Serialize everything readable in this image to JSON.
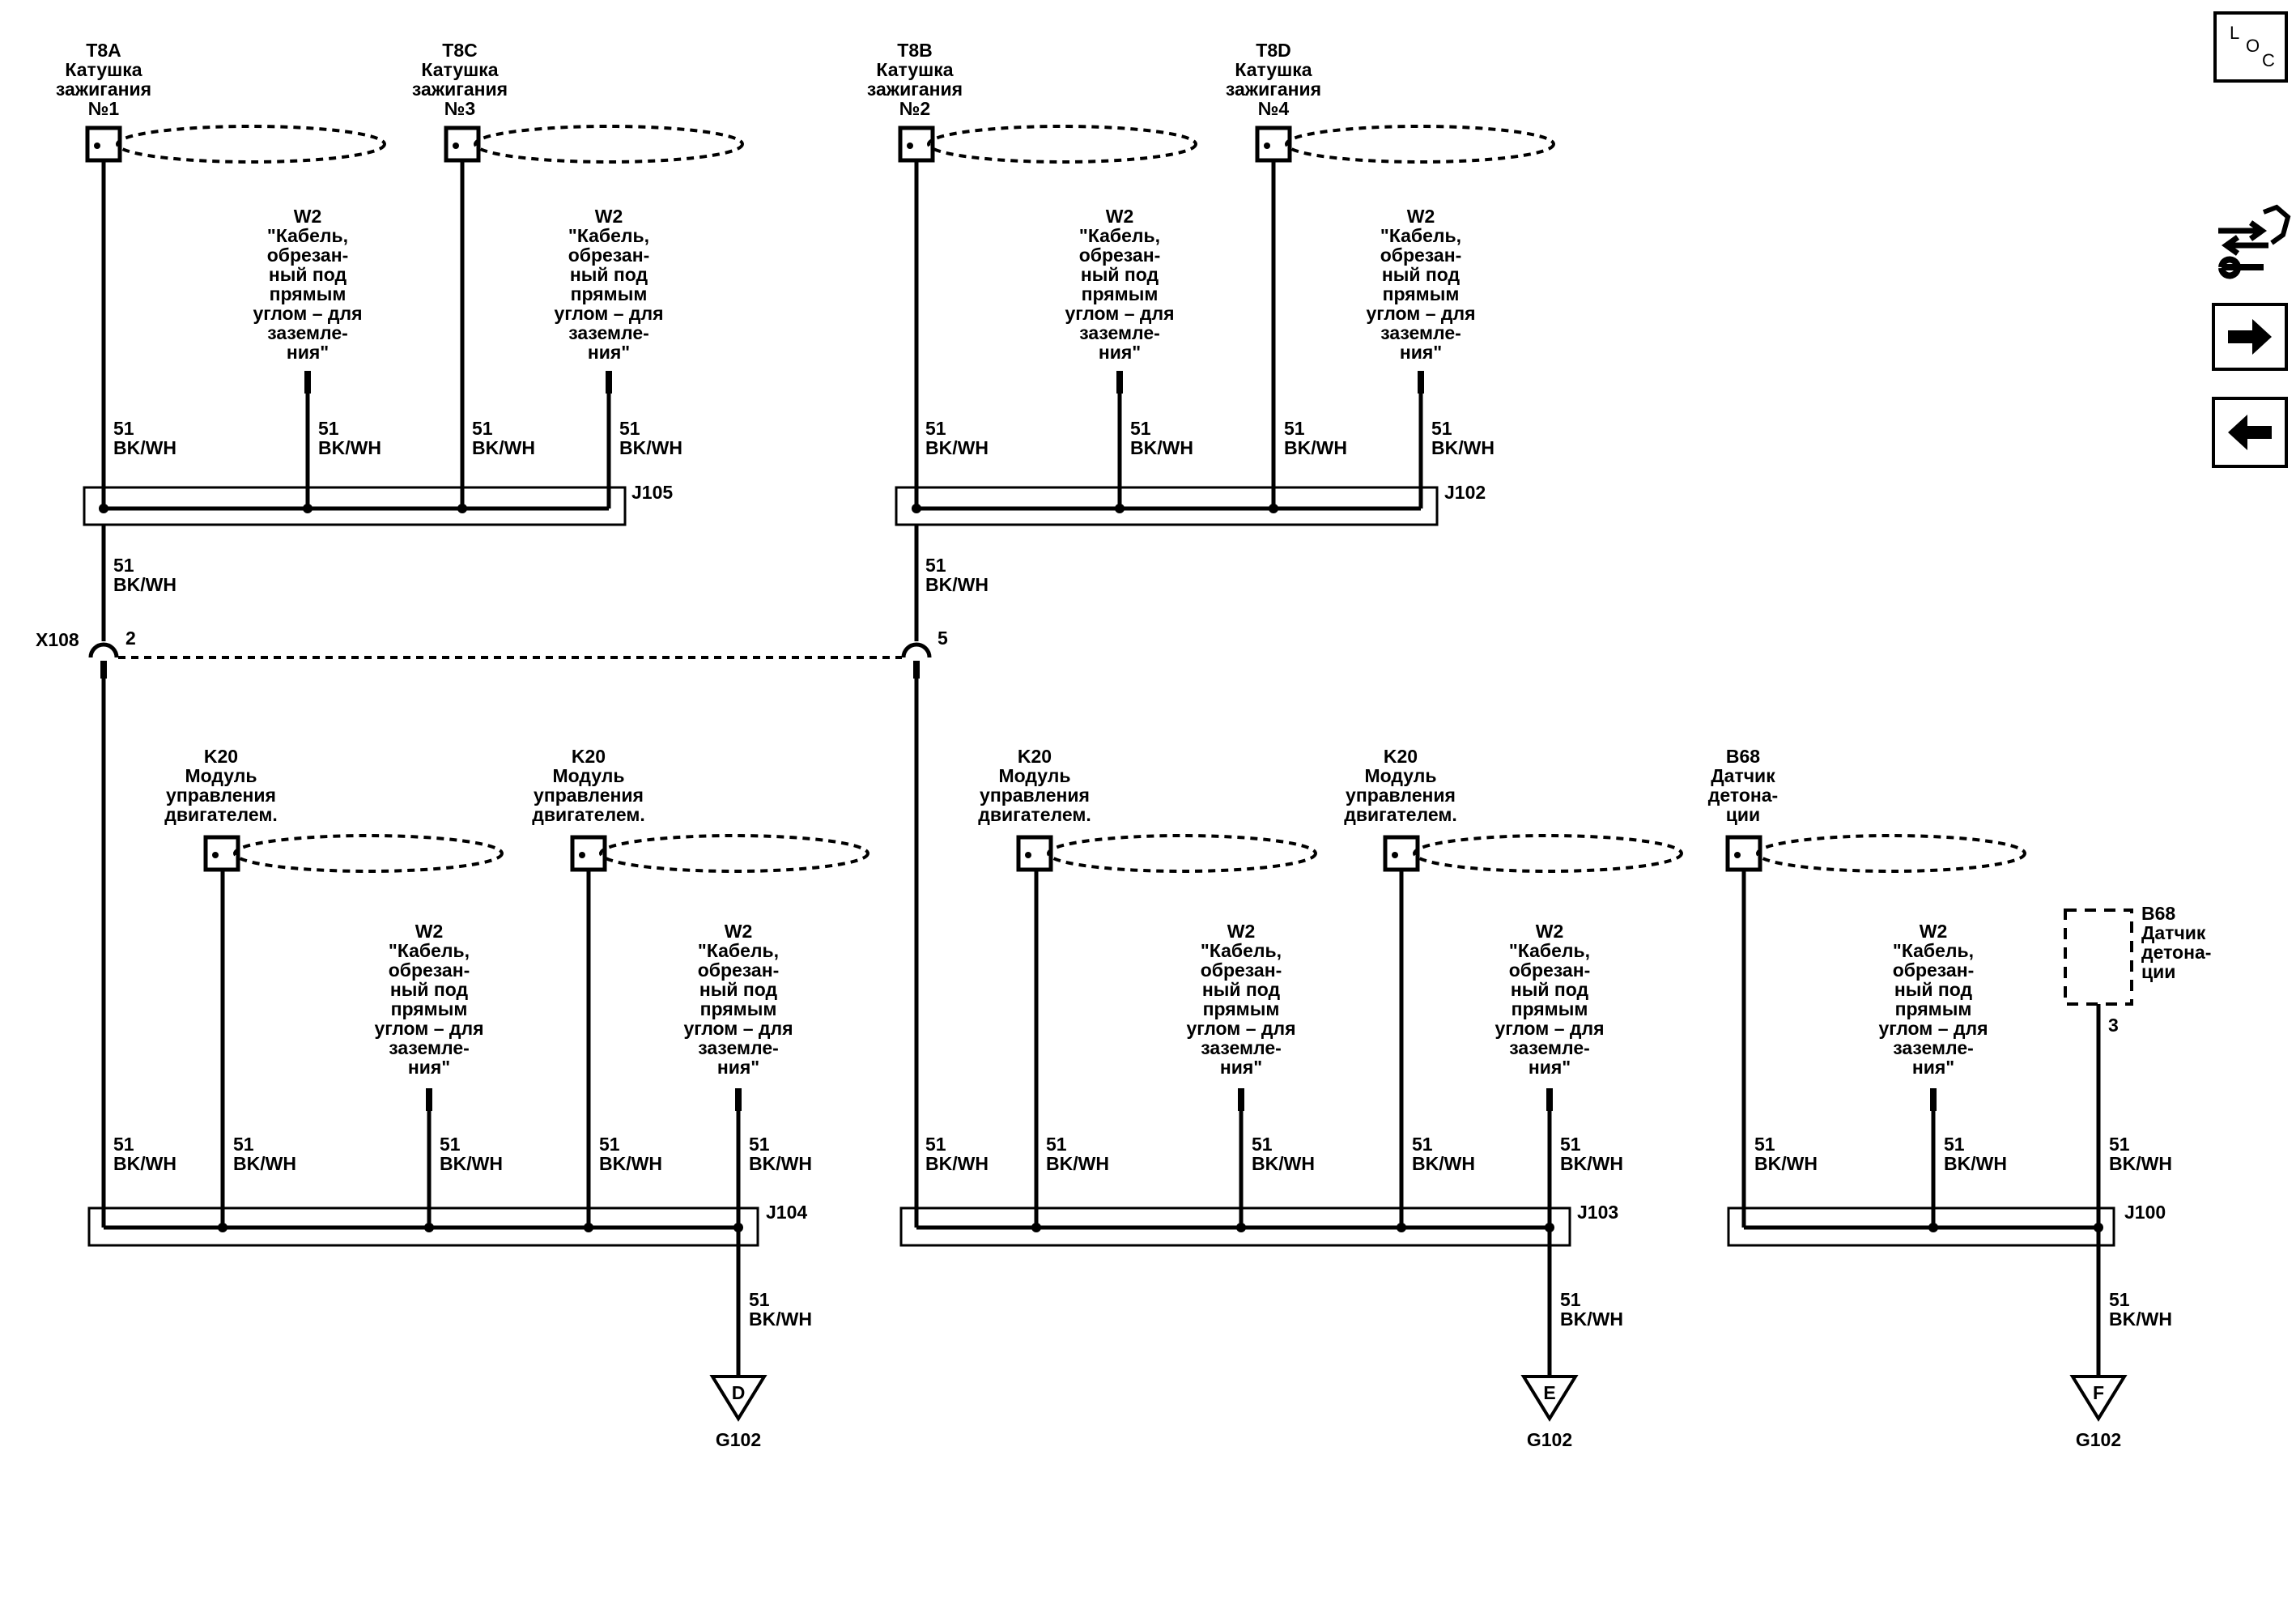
{
  "wire": {
    "gauge": "51",
    "color": "BK/WH"
  },
  "shield": {
    "id": "W2",
    "lines": [
      "\"Кабель,",
      "обрезан-",
      "ный под",
      "прямым",
      "углом – для",
      "заземле-",
      "ния\""
    ]
  },
  "coils": [
    {
      "id": "T8A",
      "lines": [
        "Катушка",
        "зажигания",
        "№1"
      ]
    },
    {
      "id": "T8C",
      "lines": [
        "Катушка",
        "зажигания",
        "№3"
      ]
    },
    {
      "id": "T8B",
      "lines": [
        "Катушка",
        "зажигания",
        "№2"
      ]
    },
    {
      "id": "T8D",
      "lines": [
        "Катушка",
        "зажигания",
        "№4"
      ]
    }
  ],
  "modules": [
    {
      "id": "K20",
      "lines": [
        "Модуль",
        "управления",
        "двигателем."
      ]
    },
    {
      "id": "K20",
      "lines": [
        "Модуль",
        "управления",
        "двигателем."
      ]
    },
    {
      "id": "K20",
      "lines": [
        "Модуль",
        "управления",
        "двигателем."
      ]
    },
    {
      "id": "K20",
      "lines": [
        "Модуль",
        "управления",
        "двигателем."
      ]
    },
    {
      "id": "B68",
      "lines": [
        "Датчик",
        "детона-",
        "ции"
      ]
    }
  ],
  "knock_sensor_alt": {
    "id": "B68",
    "lines": [
      "Датчик",
      "детона-",
      "ции"
    ],
    "pin": "3"
  },
  "splices": {
    "j105": "J105",
    "j102": "J102",
    "j104": "J104",
    "j103": "J103",
    "j100": "J100"
  },
  "inline_connector": {
    "id": "X108",
    "pin_left": "2",
    "pin_right": "5"
  },
  "grounds": [
    {
      "letter": "D",
      "name": "G102"
    },
    {
      "letter": "E",
      "name": "G102"
    },
    {
      "letter": "F",
      "name": "G102"
    }
  ],
  "nav": {
    "loc_l": "L",
    "loc_o": "O",
    "loc_c": "C",
    "icons": [
      "diagnostic-tool-icon",
      "arrow-right-icon",
      "arrow-left-icon"
    ]
  }
}
